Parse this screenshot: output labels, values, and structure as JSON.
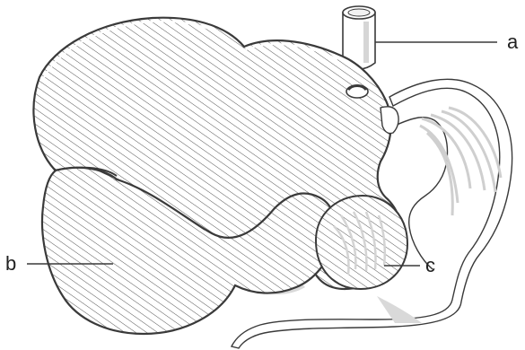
{
  "labels": {
    "a": "a",
    "b": "b",
    "c": "c"
  },
  "colors": {
    "outline": "#3a3a3a",
    "hatch": "#555555",
    "shade": "#d9d9d9",
    "vessel_fill": "#ffffff"
  }
}
